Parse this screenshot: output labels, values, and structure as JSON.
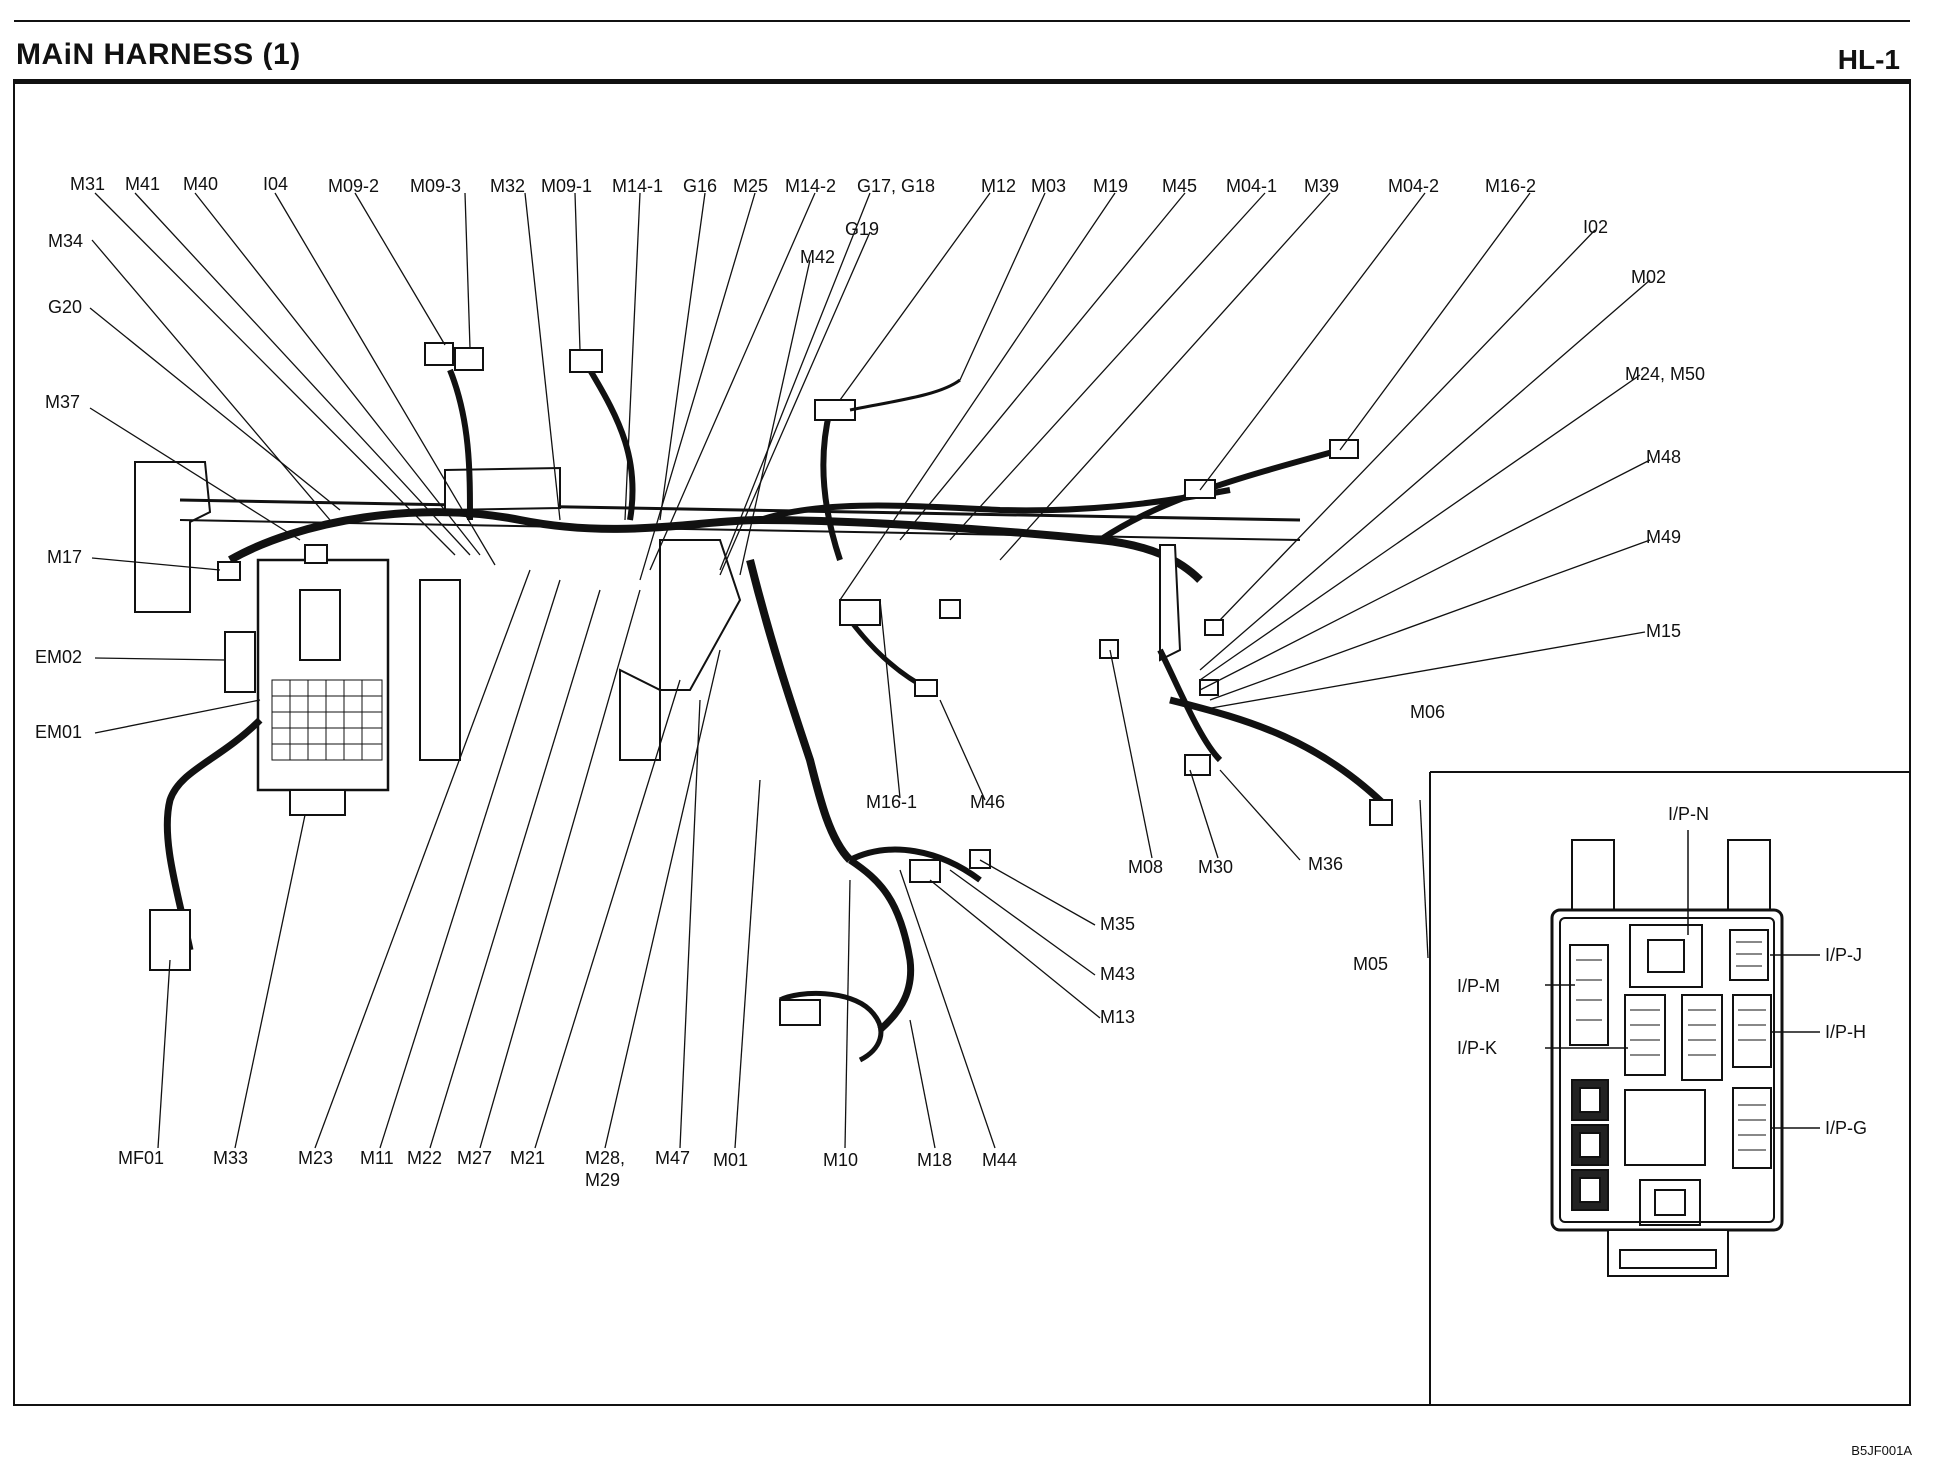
{
  "header": {
    "title": "MAiN HARNESS (1)",
    "page_code": "HL-1"
  },
  "footer": {
    "figure_code": "B5JF001A"
  },
  "callouts": {
    "m31": "M31",
    "m41": "M41",
    "m40": "M40",
    "i04": "I04",
    "m09_2": "M09-2",
    "m09_3": "M09-3",
    "m32": "M32",
    "m09_1": "M09-1",
    "m14_1": "M14-1",
    "g16": "G16",
    "m25": "M25",
    "m14_2": "M14-2",
    "g17_g18": "G17, G18",
    "m12": "M12",
    "m03": "M03",
    "m19": "M19",
    "m45": "M45",
    "m04_1": "M04-1",
    "m39": "M39",
    "m04_2": "M04-2",
    "m16_2": "M16-2",
    "i02": "I02",
    "m02": "M02",
    "m24_m50": "M24, M50",
    "m48": "M48",
    "m49": "M49",
    "m15": "M15",
    "m06": "M06",
    "g19": "G19",
    "m42": "M42",
    "m34": "M34",
    "g20": "G20",
    "m37": "M37",
    "m17": "M17",
    "em02": "EM02",
    "em01": "EM01",
    "m16_1": "M16-1",
    "m46": "M46",
    "m08": "M08",
    "m30": "M30",
    "m36": "M36",
    "m35": "M35",
    "m43": "M43",
    "m13": "M13",
    "m05": "M05",
    "mf01": "MF01",
    "m33": "M33",
    "m23": "M23",
    "m11": "M11",
    "m22": "M22",
    "m27": "M27",
    "m21": "M21",
    "m28": "M28,",
    "m29": "M29",
    "m47": "M47",
    "m01": "M01",
    "m10": "M10",
    "m18": "M18",
    "m44": "M44"
  },
  "inset": {
    "ip_n": "I/P-N",
    "ip_j": "I/P-J",
    "ip_m": "I/P-M",
    "ip_h": "I/P-H",
    "ip_k": "I/P-K",
    "ip_g": "I/P-G"
  }
}
